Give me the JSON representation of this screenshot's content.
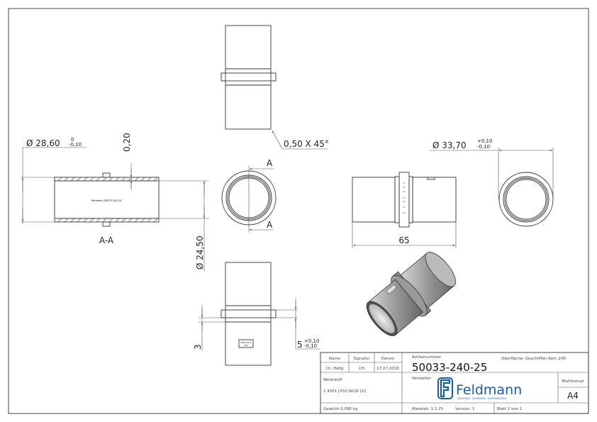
{
  "section_view": {
    "label": "A-A",
    "engraving": "Feldmann 50033-240-25",
    "dim_outer": {
      "value": "28,60",
      "tol_upper": "0",
      "tol_lower": "-0,10"
    },
    "dim_inner": {
      "value": "24,50"
    },
    "dim_step": "0,20"
  },
  "top_view": {
    "chamfer": "0,50 X 45°"
  },
  "end_view": {
    "section_marker": "A"
  },
  "bottom_view": {
    "engraving_lines": [
      "Ø33,7x3,5",
      "304"
    ],
    "dim_height": "3",
    "dim_collar": {
      "value": "5",
      "tol_upper": "+0,10",
      "tol_lower": "-0,10"
    }
  },
  "side_view": {
    "length": "65"
  },
  "right_end_view": {
    "dim_outer": {
      "value": "33,70",
      "tol_upper": "+0,10",
      "tol_lower": "-0,10"
    }
  },
  "diameter_symbol": "Ø",
  "title_block": {
    "name_label": "Name",
    "signature_label": "Signatur",
    "date_label": "Datum",
    "name": "Ch. Häfig",
    "signature": "CH",
    "date": "17.07.2018",
    "article_label": "Artikelnummer",
    "article": "50033-240-25",
    "surface_label": "Oberfläche:",
    "surface": "Geschliffen Korn 240",
    "material_label": "Werkstoff:",
    "material": "1.4301 [X5CrNi18-10]",
    "manufacturer_label": "Hersteller",
    "logo_text": "Feldmann",
    "logo_tagline": "EDELSTAHL · ALUMINIUM · SCHMIEDEEISEN",
    "format_label": "Blattformat",
    "format": "A4",
    "weight": "Gewicht 0.096 kg",
    "scale": "Masstab: 1:1.25",
    "version": "Version: 1",
    "sheet": "Blatt 1 von 1"
  },
  "colors": {
    "line": "#333333",
    "logo": "#1a5d9c"
  }
}
